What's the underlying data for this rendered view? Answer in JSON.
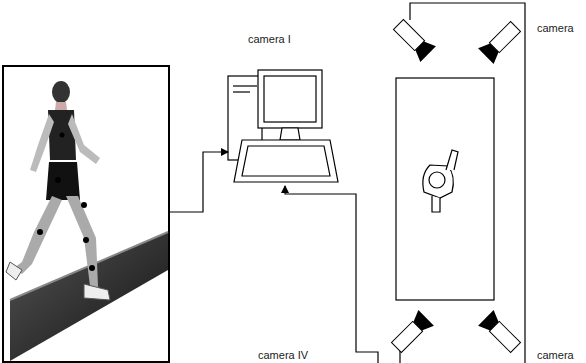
{
  "diagram": {
    "labels": [
      "camera I",
      "camera",
      "camera IV",
      "camera"
    ]
  }
}
